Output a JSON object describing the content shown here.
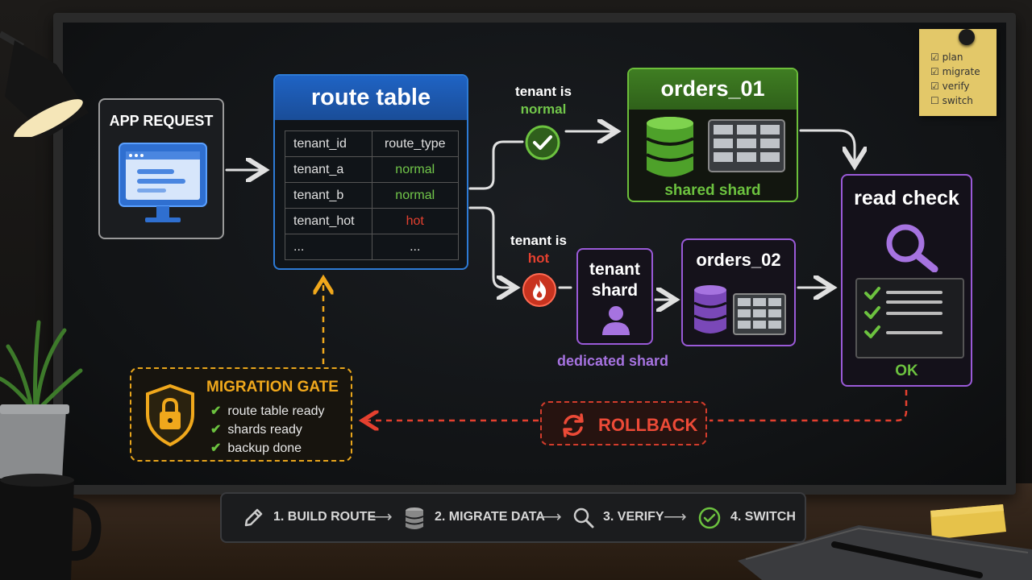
{
  "app_request": {
    "title": "APP REQUEST"
  },
  "route_table": {
    "title": "route table",
    "columns": [
      "tenant_id",
      "route_type"
    ],
    "rows": [
      [
        "tenant_a",
        "normal"
      ],
      [
        "tenant_b",
        "normal"
      ],
      [
        "tenant_hot",
        "hot"
      ],
      [
        "...",
        "..."
      ]
    ]
  },
  "branch_normal": {
    "line1": "tenant is",
    "line2": "normal"
  },
  "branch_hot": {
    "line1": "tenant is",
    "line2": "hot"
  },
  "orders_01": {
    "title": "orders_01",
    "subtitle": "shared shard"
  },
  "tenant_shard": {
    "line1": "tenant",
    "line2": "shard",
    "caption": "dedicated shard"
  },
  "orders_02": {
    "title": "orders_02"
  },
  "read_check": {
    "title": "read check",
    "result": "OK"
  },
  "migration_gate": {
    "title": "MIGRATION GATE",
    "items": [
      "route table ready",
      "shards ready",
      "backup done"
    ]
  },
  "rollback": {
    "label": "ROLLBACK"
  },
  "steps": [
    "1. BUILD ROUTE",
    "2. MIGRATE DATA",
    "3. VERIFY",
    "4. SWITCH"
  ],
  "sticky_note": {
    "items": [
      {
        "label": "plan",
        "checked": true
      },
      {
        "label": "migrate",
        "checked": true
      },
      {
        "label": "verify",
        "checked": true
      },
      {
        "label": "switch",
        "checked": false
      }
    ]
  },
  "colors": {
    "blue": "#2d7bd6",
    "green": "#6cc23f",
    "purple": "#9a5ad8",
    "red": "#e4402f",
    "amber": "#f0a81c"
  },
  "icons": [
    "monitor-icon",
    "database-icon",
    "grid-icon",
    "check-circle-icon",
    "fire-icon",
    "user-icon",
    "magnifier-icon",
    "lock-shield-icon",
    "refresh-icon",
    "pencil-icon",
    "desk-lamp",
    "potted-plant",
    "coffee-mug",
    "notebook-pen"
  ]
}
